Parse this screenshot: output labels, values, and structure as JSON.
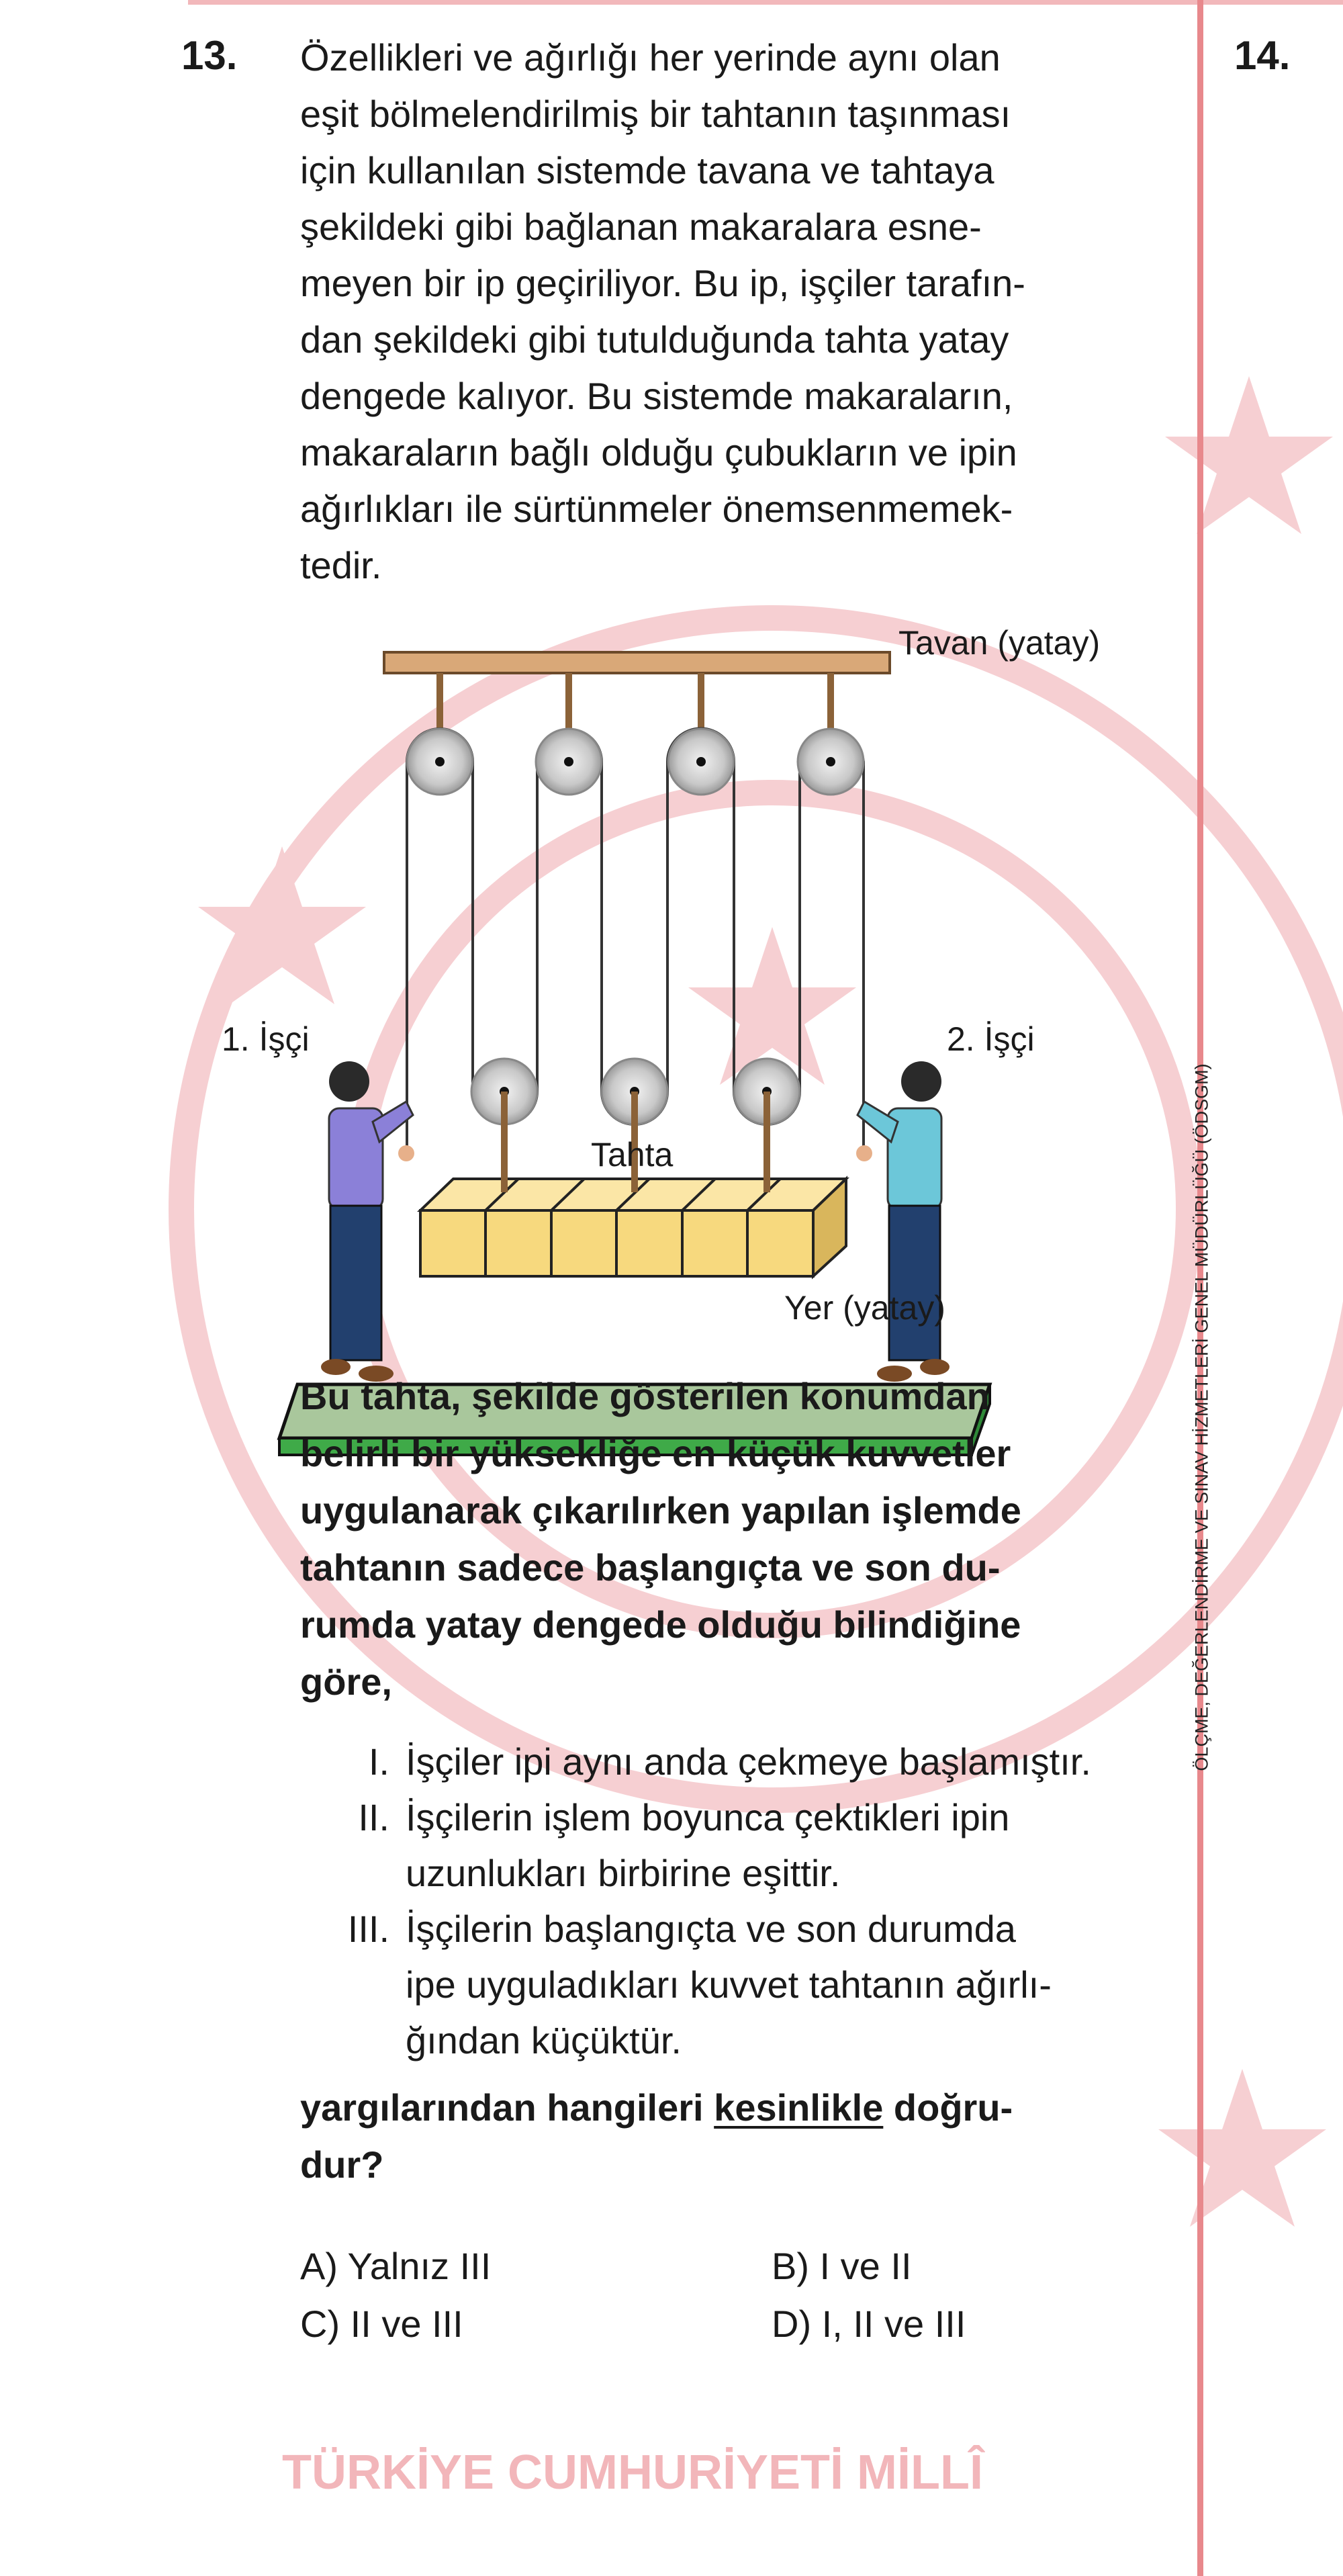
{
  "watermark": {
    "text": "TÜRKİYE CUMHURİYETİ MİLLÎ",
    "color": "#f4c4c7"
  },
  "side_text": "ÖLÇME, DEĞERLENDİRME VE SINAV HİZMETLERİ GENEL MÜDÜRLÜĞÜ  (ÖDSGM)",
  "question": {
    "number": "13.",
    "stem_lines": [
      "Özellikleri ve ağırlığı her yerinde aynı olan",
      "eşit bölmelendirilmiş bir tahtanın taşınması",
      "için kullanılan sistemde tavana ve tahtaya",
      "şekildeki gibi bağlanan makaralara esne-",
      "meyen bir ip geçiriliyor. Bu ip, işçiler tarafın-",
      "dan şekildeki gibi tutulduğunda tahta yatay",
      "dengede kalıyor. Bu sistemde makaraların,",
      "makaraların bağlı olduğu çubukların ve ipin",
      "ağırlıkları ile sürtünmeler önemsenmemek-",
      "tedir."
    ],
    "figure": {
      "ceiling": "Tavan (yatay)",
      "worker1": "1. İşçi",
      "worker2": "2. İşçi",
      "board": "Tahta",
      "ground": "Yer (yatay)"
    },
    "bold_lines": [
      "Bu tahta, şekilde gösterilen konumdan",
      "belirli bir yüksekliğe en küçük kuvvetler",
      "uygulanarak çıkarılırken yapılan işlemde",
      "tahtanın sadece başlangıçta ve son du-",
      "rumda yatay dengede olduğu bilindiğine",
      "göre,"
    ],
    "statements": [
      {
        "num": "I.",
        "lines": [
          "İşçiler ipi aynı anda çekmeye başlamıştır."
        ]
      },
      {
        "num": "II.",
        "lines": [
          "İşçilerin işlem boyunca çektikleri ipin",
          "uzunlukları birbirine eşittir."
        ]
      },
      {
        "num": "III.",
        "lines": [
          "İşçilerin başlangıçta ve son durumda",
          "ipe uyguladıkları kuvvet tahtanın ağırlı-",
          "ğından küçüktür."
        ]
      }
    ],
    "ask": {
      "line1_pre": "yargılarından hangileri ",
      "line1_underlined": "kesinlikle",
      "line1_post": " doğru-",
      "line2": "dur?"
    },
    "options": {
      "A": "A) Yalnız III",
      "B": "B) I ve II",
      "C": "C) II ve III",
      "D": "D) I, II ve III"
    }
  },
  "next_question_number": "14."
}
